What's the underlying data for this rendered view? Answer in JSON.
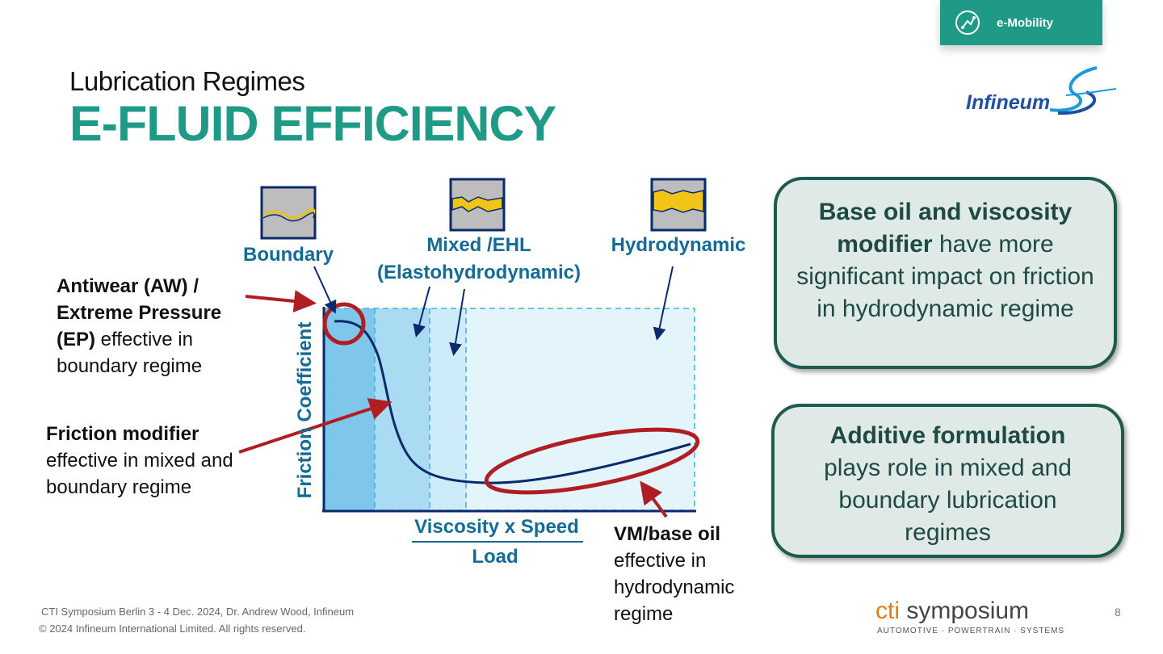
{
  "header": {
    "tag_label": "e-Mobility",
    "subtitle": "Lubrication Regimes",
    "title": "E-FLUID EFFICIENCY",
    "logo_text": "Infineum"
  },
  "regimes": {
    "boundary": "Boundary",
    "mixed_line1": "Mixed /EHL",
    "mixed_line2": "(Elastohydrodynamic)",
    "hydrodynamic": "Hydrodynamic"
  },
  "axes": {
    "ylabel": "Friction Coefficient",
    "xlabel_num": "Viscosity x Speed",
    "xlabel_den": "Load"
  },
  "notes": {
    "aw_bold": "Antiwear (AW) / Extreme Pressure (EP)",
    "aw_rest": "effective in boundary regime",
    "fm_bold": "Friction modifier",
    "fm_rest": "effective in mixed and boundary regime",
    "vm_bold": "VM/base oil",
    "vm_rest": "effective in hydrodynamic regime"
  },
  "boxes": {
    "box1_bold": "Base oil and viscosity modifier",
    "box1_rest": "have more significant impact on friction in hydrodynamic regime",
    "box2_bold": "Additive formulation",
    "box2_rest": "plays role in mixed and boundary lubrication regimes"
  },
  "footer": {
    "line1": "CTI Symposium Berlin 3 - 4 Dec. 2024, Dr. Andrew Wood, Infineum",
    "line2": "© 2024 Infineum International Limited. All rights reserved.",
    "cti_prefix": "cti",
    "cti_word": " symposium",
    "cti_sub": "AUTOMOTIVE · POWERTRAIN · SYSTEMS",
    "page_number": "8"
  },
  "colors": {
    "teal": "#1f9a86",
    "blue_label": "#136b96",
    "red": "#b01e24",
    "navy": "#0b2a6b"
  }
}
